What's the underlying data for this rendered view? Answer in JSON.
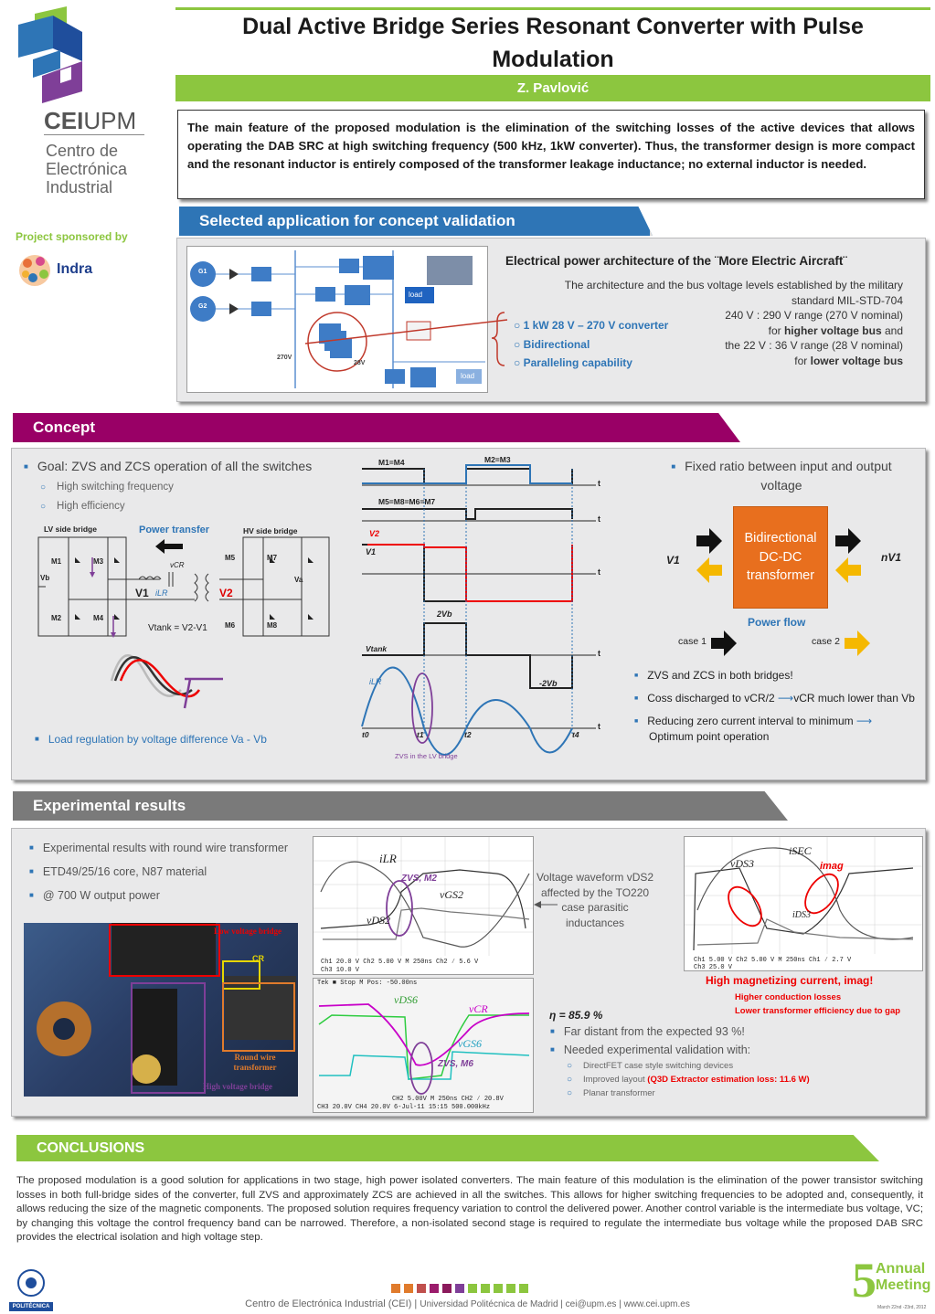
{
  "header": {
    "title_line1": "Dual Active Bridge Series Resonant Converter with Pulse",
    "title_line2": "Modulation",
    "author": "Z. Pavlović"
  },
  "logo": {
    "name": "CEI",
    "name_suffix": "UPM",
    "lines": [
      "Centro de",
      "Electrónica",
      "Industrial"
    ],
    "sponsor_label": "Project  sponsored  by",
    "sponsor_name": "Indra"
  },
  "abstract": "The main feature of the proposed modulation is the elimination of the switching losses of the active devices that allows operating the DAB SRC at high switching frequency (500 kHz, 1kW converter). Thus, the transformer design is more compact and the resonant inductor is entirely composed of the transformer leakage inductance; no external inductor is needed.",
  "section_application": {
    "banner": "Selected application for concept validation",
    "diagram": {
      "g1": "G1",
      "g2": "G2",
      "load1": "load",
      "load2": "load",
      "v270": "270V",
      "v28": "28V"
    },
    "heading": "Electrical power architecture of the ¨More Electric Aircraft¨",
    "desc": [
      "The architecture  and the bus voltage levels established by the military",
      "standard MIL-STD-704",
      "240 V : 290 V range (270 V nominal)",
      "for ",
      "higher voltage bus",
      " and",
      "the 22 V : 36 V range (28 V nominal)",
      "for ",
      "lower voltage bus"
    ],
    "features": [
      "1 kW 28 V – 270 V converter",
      "Bidirectional",
      "Paralleling capability"
    ]
  },
  "section_concept": {
    "banner": "Concept",
    "goal": "Goal: ZVS and ZCS operation of all the switches",
    "goal_subs": [
      "High switching frequency",
      "High efficiency"
    ],
    "circuit": {
      "lv": "LV side bridge",
      "hv": "HV side bridge",
      "power_transfer": "Power transfer",
      "m1": "M1",
      "m2": "M2",
      "m3": "M3",
      "m4": "M4",
      "m5": "M5",
      "m6": "M6",
      "m7": "M7",
      "m8": "M8",
      "vb": "Vb",
      "va": "Va",
      "vcr": "vCR",
      "ilr": "iLR",
      "v1": "V1",
      "v2": "V2",
      "vtank": "Vtank = V2-V1"
    },
    "load_regulation": "Load regulation by voltage difference Va - Vb",
    "waveforms": {
      "m1m4": "M1=M4",
      "m2m3": "M2=M3",
      "m5m8": "M5=M8=M6=M7",
      "v2": "V2",
      "v1": "V1",
      "two_vb": "2Vb",
      "vtank": "Vtank",
      "ilr": "iLR",
      "neg_two_vb": "-2Vb",
      "t": "t",
      "t0": "t0",
      "t1": "t1",
      "t2": "t2",
      "t4": "t4",
      "zvs_lv": "ZVS in the LV bridge"
    },
    "fixed_ratio": "Fixed ratio between input and output voltage",
    "transformer_box": [
      "Bidirectional",
      "DC-DC",
      "transformer"
    ],
    "v1_label": "V1",
    "nv1_label": "nV1",
    "power_flow": "Power flow",
    "case1": "case 1",
    "case2": "case 2",
    "points": [
      "ZVS and ZCS in both bridges!",
      "Coss discharged to vCR/2",
      "vCR much lower than Vb",
      "Reducing zero current interval to minimum",
      "Optimum point operation"
    ]
  },
  "section_experimental": {
    "banner": "Experimental results",
    "bullets": [
      "Experimental results with round wire transformer",
      "ETD49/25/16 core, N87 material",
      "@ 700 W output power"
    ],
    "photo_labels": {
      "lv": "Low voltage bridge",
      "cr": "CR",
      "transformer": "Round wire transformer",
      "hv": "High voltage bridge"
    },
    "scope1": {
      "ilr": "iLR",
      "zvs": "ZVS, M2",
      "vgs2": "vGS2",
      "vds2": "vDS2",
      "status1": "Ch1  20.0 V    Ch2   5.00 V    M 250ns  Ch2 ⁄   5.6 V",
      "status2": "Ch3  10.0 V"
    },
    "voltage_note": [
      "Voltage waveform vDS2",
      "affected by the TO220",
      "case parasitic",
      "inductances"
    ],
    "scope2": {
      "vds6": "vDS6",
      "vcr": "vCR",
      "vgs6": "vGS6",
      "zvs": "ZVS, M6",
      "top": "Tek   ■ Stop        M Pos: -50.00ns",
      "status1": "CH2  5.00V    M 250ns    CH2 ⁄  20.8V",
      "status2": "CH3  20.0V   CH4  20.0V   6-Jul-11 15:15   500.000kHz"
    },
    "scope3": {
      "vds3": "vDS3",
      "isec": "iSEC",
      "imag": "imag",
      "ids3": "iDS3",
      "status": "Ch1  5.00 V    Ch2   5.00 V    M 250ns  Ch1 ⁄   2.7 V",
      "status2": "Ch3  25.0 V"
    },
    "mag_title": "High magnetizing current, imag!",
    "mag_points": [
      "Higher conduction losses",
      "Lower transformer efficiency due to gap"
    ],
    "eta": "η = 85.9 %",
    "eta_bullets": [
      "Far distant from the expected 93 %!",
      "Needed experimental validation with:"
    ],
    "eta_subs": [
      "DirectFET case style switching devices",
      "Improved layout ",
      "(Q3D Extractor estimation loss: 11.6 W)",
      "Planar transformer"
    ]
  },
  "conclusions": {
    "banner": "CONCLUSIONS",
    "text": "The proposed modulation is a good solution for applications in two stage, high power isolated converters. The main feature of this modulation is the elimination of the power transistor switching losses in both full-bridge sides of the converter, full ZVS and approximately ZCS are achieved in all the switches. This allows for higher switching frequencies to be adopted and, consequently, it allows reducing the size of the magnetic components. The proposed solution requires frequency variation to control the delivered power. Another control variable is the intermediate bus voltage, VC; by changing this voltage the control frequency band can be narrowed. Therefore, a non-isolated second stage is required to regulate the intermediate bus voltage while the proposed DAB SRC provides the electrical isolation and high voltage step."
  },
  "footer": {
    "text1": "Centro de Electrónica Industrial (CEI) | ",
    "text2": "Universidad Politécnica de Madrid | cei@upm.es | www.cei.upm.es",
    "upm_label": "POLITÉCNICA",
    "annual_5": "5",
    "annual_1": "Annual",
    "annual_2": "Meeting",
    "annual_date": "March 22nd -23rd, 2012",
    "squares": [
      "#e07b2c",
      "#e07b2c",
      "#c0504d",
      "#9b1c6c",
      "#8b1a5c",
      "#7f3f98",
      "#8cc63f",
      "#8cc63f",
      "#8cc63f",
      "#8cc63f",
      "#8cc63f"
    ]
  }
}
